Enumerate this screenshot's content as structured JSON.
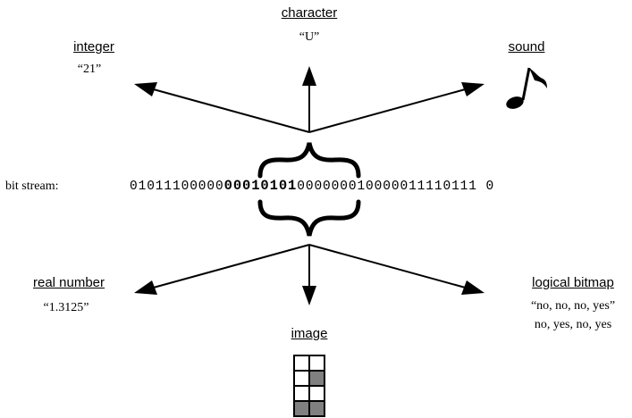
{
  "character": {
    "label": "character",
    "value": "“U”"
  },
  "integer": {
    "label": "integer",
    "value": "“21”"
  },
  "sound": {
    "label": "sound"
  },
  "bit_stream": {
    "label": "bit stream:",
    "prefix": "01011100000",
    "highlight": "00010101",
    "suffix": "000000010000011110111 0"
  },
  "real_number": {
    "label": "real number",
    "value": "“1.3125”"
  },
  "image": {
    "label": "image",
    "cells": [
      "white",
      "white",
      "white",
      "gray",
      "white",
      "white",
      "gray",
      "gray"
    ],
    "fill_color": "#808080"
  },
  "logical_bitmap": {
    "label": "logical bitmap",
    "line1": "“no, no, no, yes”",
    "line2": "no, yes, no, yes"
  }
}
